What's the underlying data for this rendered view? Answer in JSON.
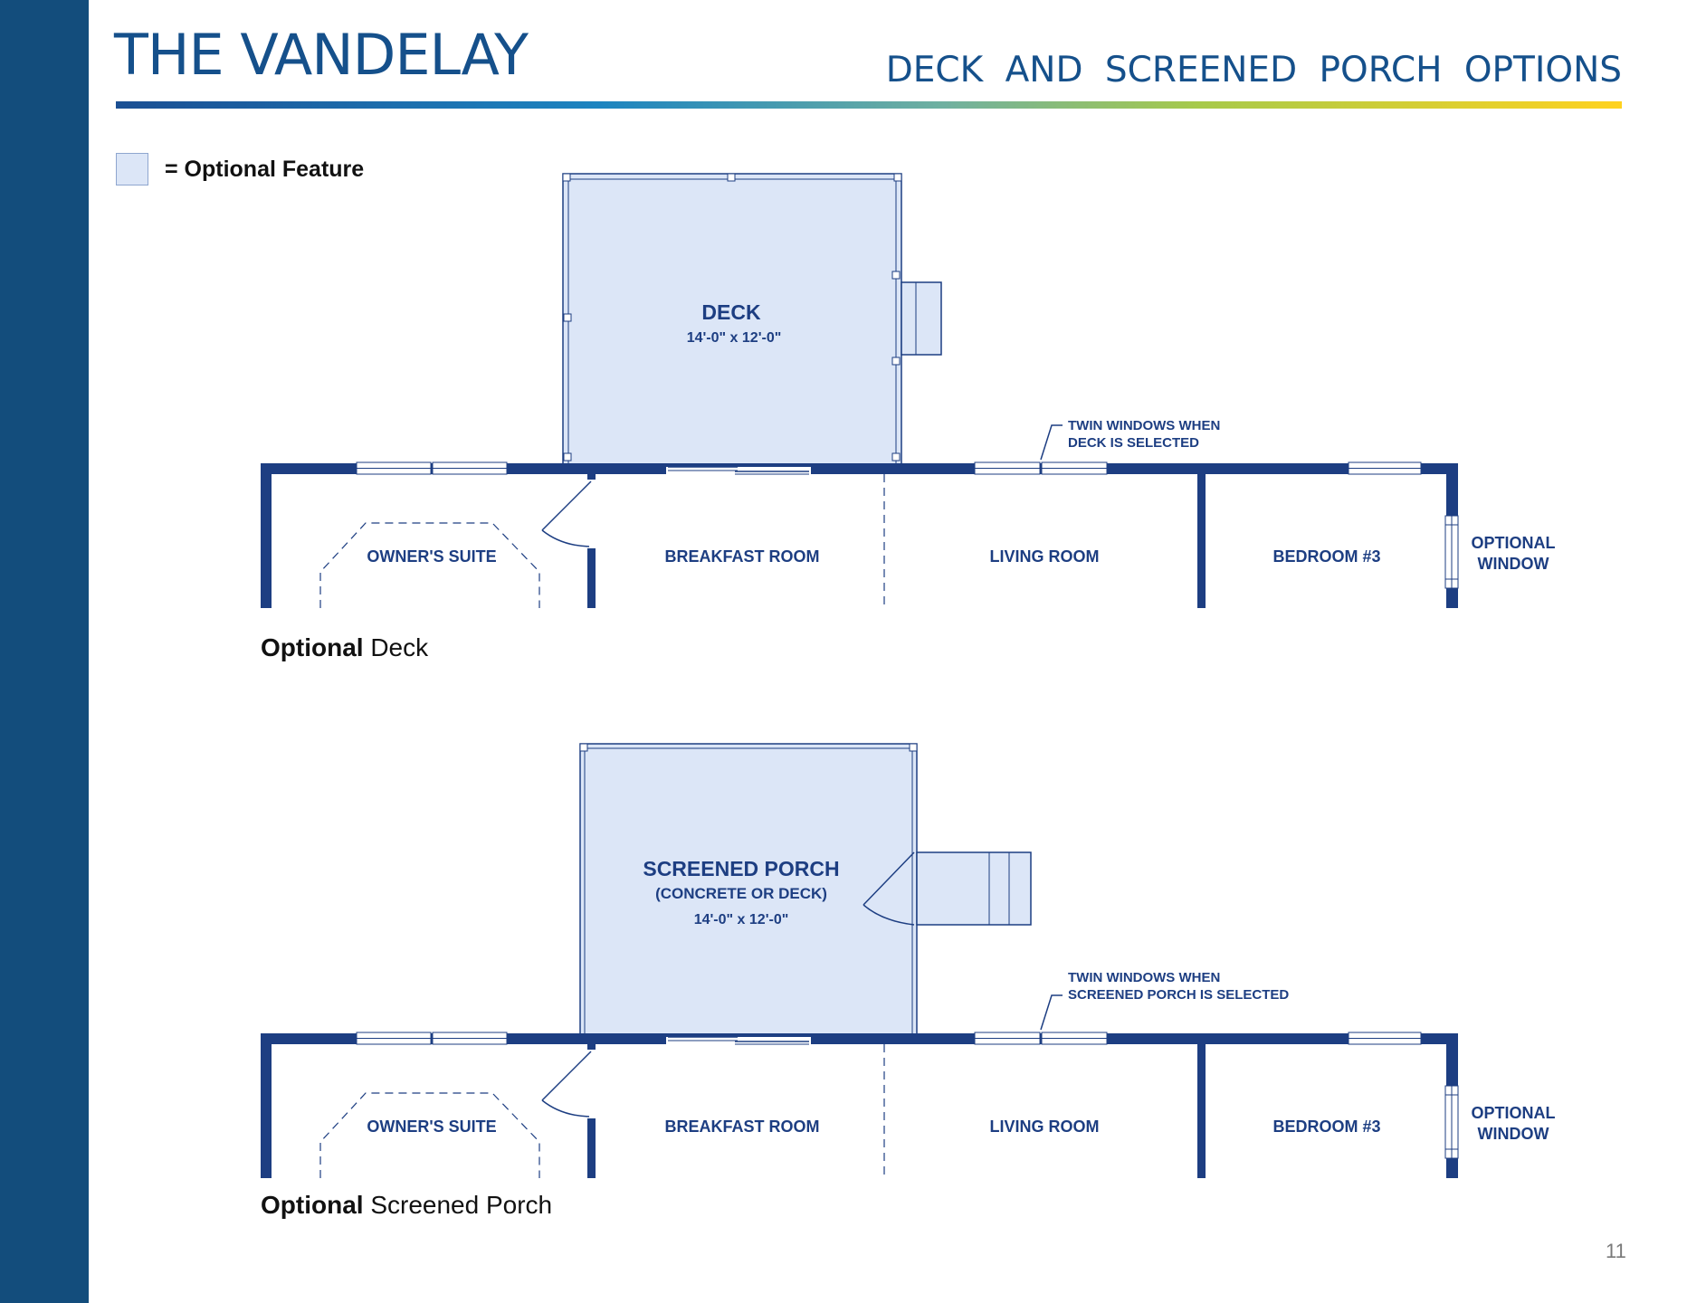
{
  "header": {
    "title": "THE VANDELAY",
    "subtitle": "DECK AND SCREENED PORCH OPTIONS"
  },
  "legend": {
    "label": "= Optional Feature"
  },
  "colors": {
    "brand_blue": "#134d7c",
    "wall": "#1d3e82",
    "optional_fill": "#dce6f7",
    "gradient": [
      "#1b4f93",
      "#1c84c0",
      "#a7ca4a",
      "#ffd21f"
    ]
  },
  "rooms": {
    "owners_suite": "OWNER'S SUITE",
    "breakfast_room": "BREAKFAST ROOM",
    "living_room": "LIVING ROOM",
    "bedroom_3": "BEDROOM #3",
    "optional_window_1": "OPTIONAL",
    "optional_window_2": "WINDOW"
  },
  "plans": {
    "deck": {
      "feature_name": "DECK",
      "feature_size": "14'-0\" x 12'-0\"",
      "note_line1": "TWIN WINDOWS WHEN",
      "note_line2": "DECK IS SELECTED",
      "caption_bold": "Optional",
      "caption_rest": " Deck"
    },
    "porch": {
      "feature_name": "SCREENED PORCH",
      "feature_sub": "(CONCRETE OR DECK)",
      "feature_size": "14'-0\" x 12'-0\"",
      "note_line1": "TWIN WINDOWS WHEN",
      "note_line2": "SCREENED PORCH IS SELECTED",
      "caption_bold": "Optional",
      "caption_rest": " Screened Porch"
    }
  },
  "page_number": "11"
}
